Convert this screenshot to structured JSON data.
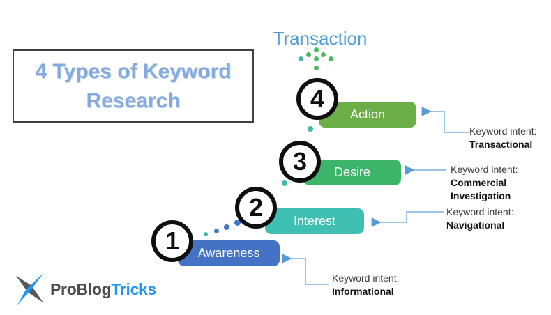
{
  "title": "4 Types of Keyword Research",
  "transaction_label": "Transaction",
  "funnel": {
    "steps": [
      {
        "number": "1",
        "label": "Awareness",
        "color": "#4472C4",
        "intent_prefix": "Keyword intent:",
        "intent": "Informational"
      },
      {
        "number": "2",
        "label": "Interest",
        "color": "#3EBFB1",
        "intent_prefix": "Keyword intent:",
        "intent": "Navigational"
      },
      {
        "number": "3",
        "label": "Desire",
        "color": "#3CB56A",
        "intent_prefix": "Keyword intent:",
        "intent": "Commercial Investigation"
      },
      {
        "number": "4",
        "label": "Action",
        "color": "#6CAE47",
        "intent_prefix": "Keyword intent:",
        "intent": "Transactional"
      }
    ]
  },
  "logo": {
    "text_primary": "ProBlog",
    "text_accent": "Tricks"
  },
  "icons": {
    "up_arrow_dots": "dotted-up-arrow",
    "intent_arrow": "elbow-arrow-left",
    "logo_mark": "four-point-star"
  },
  "colors": {
    "title_text": "#85ABDE",
    "title_border": "#3F3F3F",
    "transaction_text": "#4F9CD8",
    "circle_ring": "#0E0E0E",
    "arrow_line": "#9DC3E6",
    "arrow_head": "#5B9BD5",
    "dot_green": "#4CB95F",
    "dot_teal": "#42B8AD",
    "dot_blue": "#4377C9",
    "intent_text": "#3C3C3C",
    "logo_blue": "#2196F3",
    "logo_gray": "#58595B",
    "background": "#FFFFFF"
  }
}
